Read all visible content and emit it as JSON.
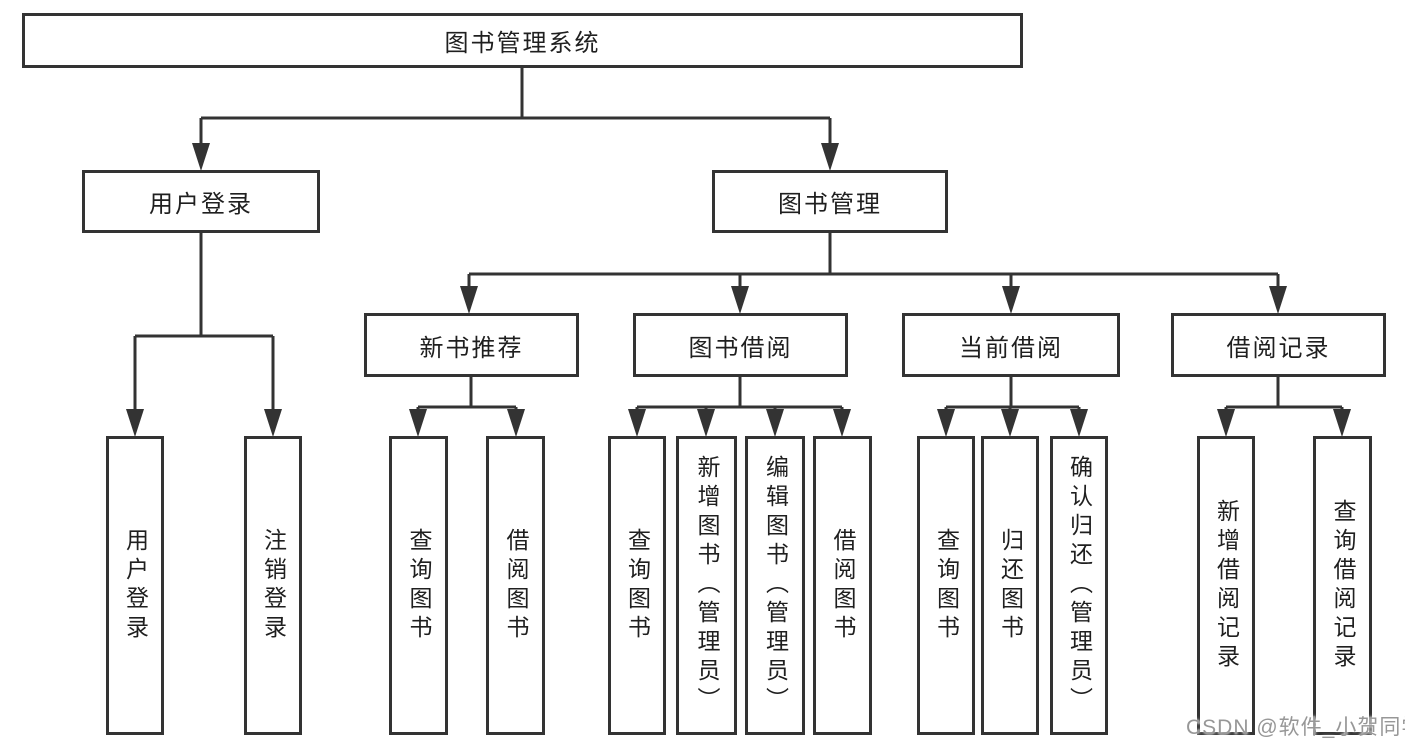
{
  "diagram": {
    "root": "图书管理系统",
    "login_branch": {
      "label": "用户登录",
      "children": [
        "用户登录",
        "注销登录"
      ]
    },
    "management_branch": {
      "label": "图书管理",
      "modules": [
        {
          "label": "新书推荐",
          "children": [
            "查询图书",
            "借阅图书"
          ]
        },
        {
          "label": "图书借阅",
          "children": [
            "查询图书",
            "新增图书（管理员）",
            "编辑图书（管理员）",
            "借阅图书"
          ]
        },
        {
          "label": "当前借阅",
          "children": [
            "查询图书",
            "归还图书",
            "确认归还（管理员）"
          ]
        },
        {
          "label": "借阅记录",
          "children": [
            "新增借阅记录",
            "查询借阅记录"
          ]
        }
      ]
    }
  },
  "colors": {
    "line": "#333333",
    "text": "#1f1f1f",
    "watermark": "#979797"
  },
  "watermark": "CSDN @软件_小贺同学"
}
